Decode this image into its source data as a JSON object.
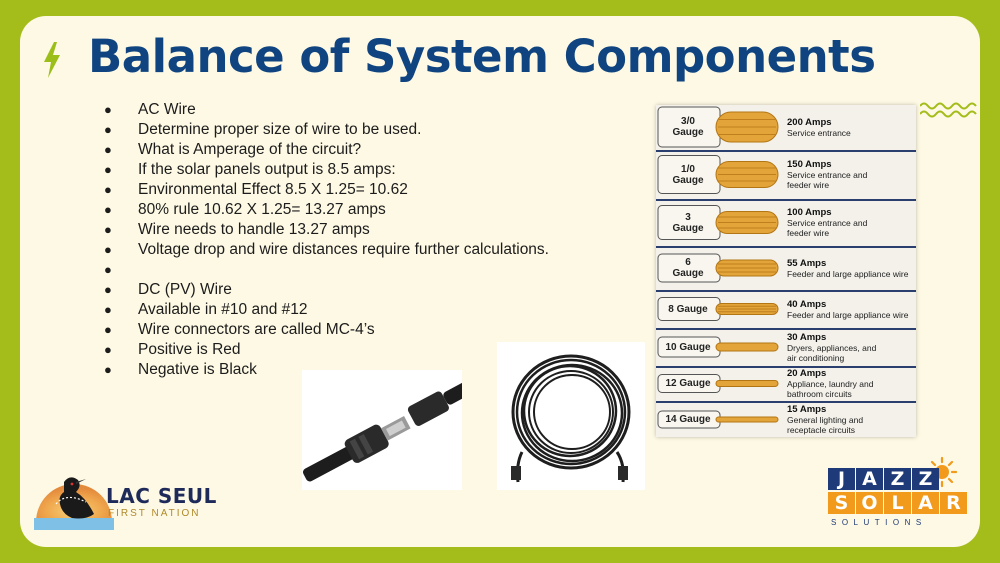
{
  "title": "Balance of System Components",
  "bullets": [
    "AC Wire",
    "Determine proper size of wire to be used.",
    "What is Amperage of the circuit?",
    "If the solar panels output is 8.5 amps:",
    "Environmental Effect 8.5 X 1.25= 10.62",
    "80% rule 10.62 X 1.25= 13.27 amps",
    "Wire needs to handle 13.27 amps",
    "Voltage drop and wire distances require further calculations.",
    "",
    "DC (PV) Wire",
    "Available in #10 and #12",
    "Wire connectors are called MC-4’s",
    "Positive is Red",
    "Negative is Black"
  ],
  "bullet_char": "●",
  "gauge_chart": [
    {
      "gauge": "3/0\nGauge",
      "amps": "200 Amps",
      "desc": "Service entrance"
    },
    {
      "gauge": "1/0\nGauge",
      "amps": "150 Amps",
      "desc": "Service entrance and\nfeeder wire"
    },
    {
      "gauge": "3\nGauge",
      "amps": "100 Amps",
      "desc": "Service entrance and\nfeeder wire"
    },
    {
      "gauge": "6\nGauge",
      "amps": "55 Amps",
      "desc": "Feeder and large appliance wire"
    },
    {
      "gauge": "8 Gauge",
      "amps": "40 Amps",
      "desc": "Feeder and large appliance wire"
    },
    {
      "gauge": "10 Gauge",
      "amps": "30 Amps",
      "desc": "Dryers, appliances, and\nair conditioning"
    },
    {
      "gauge": "12 Gauge",
      "amps": "20 Amps",
      "desc": "Appliance, laundry and\nbathroom circuits"
    },
    {
      "gauge": "14 Gauge",
      "amps": "15 Amps",
      "desc": "General lighting and\nreceptacle circuits"
    }
  ],
  "logos": {
    "lac_seul_name": "LAC SEUL",
    "lac_seul_sub": "FIRST NATION",
    "jazz_letters": [
      "J",
      "A",
      "Z",
      "Z"
    ],
    "solar_letters": [
      "S",
      "O",
      "L",
      "A",
      "R"
    ],
    "jazz_tagline": "SOLUTIONS"
  },
  "colors": {
    "background": "#a4bd1a",
    "slide": "#fdf9e4",
    "title": "#0f4480",
    "accent": "#9cbe1a",
    "jazz_blue": "#1e3a78",
    "solar_orange": "#f29a1c"
  }
}
